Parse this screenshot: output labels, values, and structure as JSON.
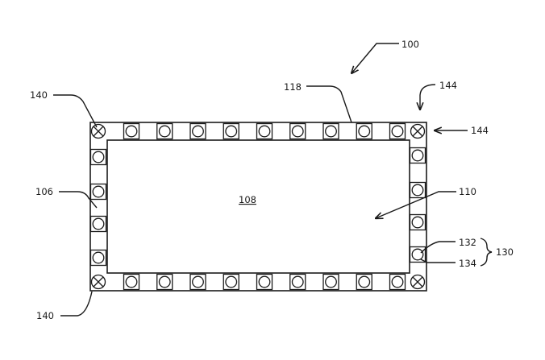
{
  "figure": {
    "labels": {
      "assembly": "100",
      "left_side": "106",
      "center": "108",
      "interior": "110",
      "top_side": "118",
      "group": "130",
      "circle_element": "132",
      "square_element": "134",
      "corner_bottom_left": "140",
      "corner_top_left": "140",
      "corner_arrow_top": "144",
      "corner_arrow_right": "144"
    }
  }
}
